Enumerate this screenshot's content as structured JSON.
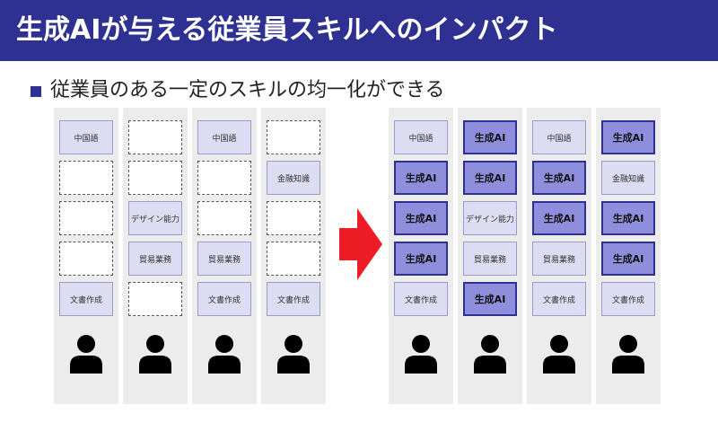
{
  "title": "生成AIが与える従業員スキルへのインパクト",
  "bullet": "従業員のある一定のスキルの均一化ができる",
  "colors": {
    "accent": "#2f3192",
    "arrow": "#ee1c24"
  },
  "before_columns": [
    [
      "中国語",
      "",
      "",
      "",
      "文書作成"
    ],
    [
      "",
      "",
      "デザイン能力",
      "貿易業務",
      ""
    ],
    [
      "中国語",
      "",
      "",
      "貿易業務",
      "文書作成"
    ],
    [
      "",
      "金融知識",
      "",
      "",
      "文書作成"
    ]
  ],
  "after_columns": [
    [
      "中国語",
      "生成AI",
      "生成AI",
      "生成AI",
      "文書作成"
    ],
    [
      "生成AI",
      "生成AI",
      "デザイン能力",
      "貿易業務",
      "生成AI"
    ],
    [
      "中国語",
      "生成AI",
      "生成AI",
      "貿易業務",
      "文書作成"
    ],
    [
      "生成AI",
      "金融知識",
      "生成AI",
      "生成AI",
      "文書作成"
    ]
  ]
}
